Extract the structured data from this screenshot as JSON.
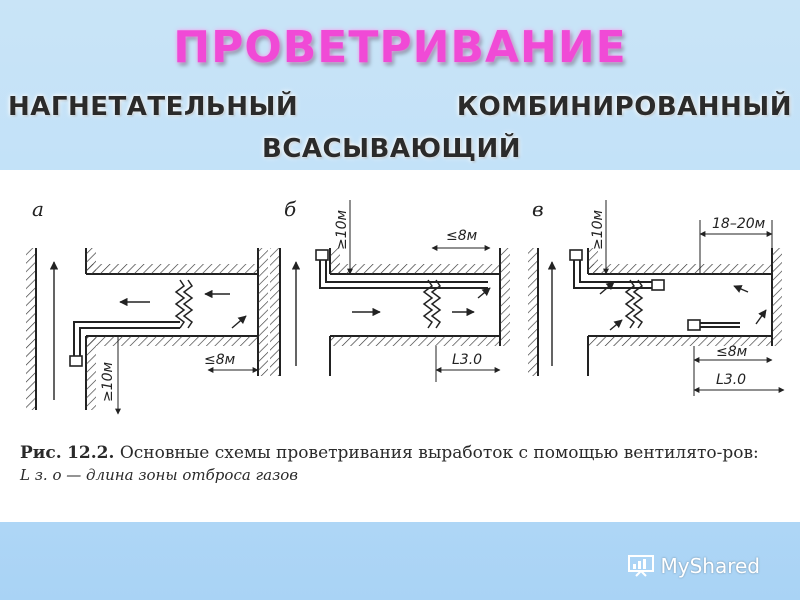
{
  "title": "ПРОВЕТРИВАНИЕ",
  "headings": {
    "left": "НАГНЕТАТЕЛЬНЫЙ",
    "right": "КОМБИНИРОВАННЫЙ",
    "middle": "ВСАСЫВАЮЩИЙ"
  },
  "diagram": {
    "panels": [
      {
        "label": "а",
        "dim_distance": "≥10м",
        "dim_zone": "≤8м"
      },
      {
        "label": "б",
        "dim_distance": "≥10м",
        "dim_zone": "≤8м",
        "dim_length": "L3.0"
      },
      {
        "label": "в",
        "dim_distance": "≥10м",
        "dim_span": "18–20м",
        "dim_zone": "≤8м",
        "dim_length": "L3.0"
      }
    ]
  },
  "caption": {
    "prefix": "Рис.",
    "number": "12.2.",
    "text": "Основные схемы проветривания выработок с помощью вентилято-ров:",
    "legend": "L з. о — длина зоны отброса газов"
  },
  "watermark": {
    "text": "MyShared",
    "icon": "presentation-board-icon"
  },
  "colors": {
    "title": "#f04ad6",
    "background": "#bfe0f8"
  }
}
